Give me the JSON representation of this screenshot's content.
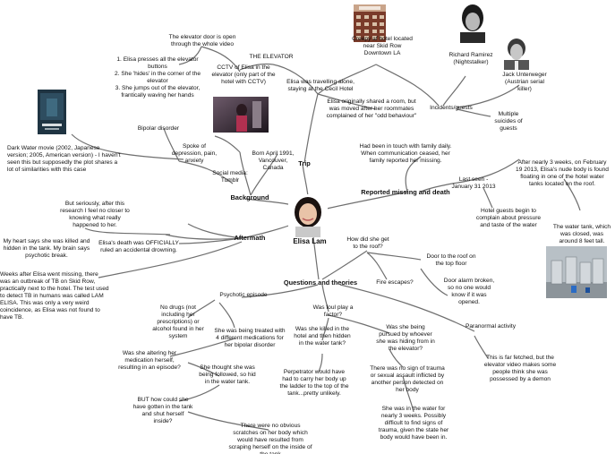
{
  "center": {
    "label": "Elisa Lam"
  },
  "branches": {
    "trip": "Trip",
    "background": "Background",
    "aftermath": "Aftermath",
    "missing": "Reported missing and death",
    "questions": "Questions and theories"
  },
  "texts": {
    "elevator_door": "The elevator door is open through the whole video",
    "elevator_steps": "1. Elisa presses all the elevator buttons\n2. She 'hides' in the corner of the elevator\n3. She jumps out of the elevator, frantically waving her hands",
    "cctv": "CCTV of Elisa in the elevator (only part of the hotel with CCTV)",
    "the_elevator": "THE ELEVATOR",
    "creepy_hotel": "Creepy af hotel located near Skid Row Downtown LA",
    "ramirez": "Richard Ramirez (Nightstalker)",
    "unterweger": "Jack Unterweger (Austrian serial killer)",
    "incidents": "Incidents/guests",
    "suicides": "Multiple suicides of guests",
    "travelling": "Elisa was travelling alone, staying at the Cecil Hotel",
    "shared_room": "Elisa originally shared a room, but was moved after her roommates complained of her \"odd behaviour\"",
    "bipolar": "Bipolar disorder",
    "spoke": "Spoke of depression, pain, anxiety",
    "social": "Social media: Tumblr",
    "born": "Born April 1991, Vancouver, Canada",
    "dark_water": "Dark Water movie (2002, Japanese version; 2005, American version) - I haven't seen this but supposedly the plot shares a lot of similarities with this case",
    "seriously": "But seriously, after this research I feel no closer to knowing what really happened to her.",
    "heart_says": "My heart says she was killed and hidden in the tank. My brain says psychotic break.",
    "accidental": "Elisa's death was OFFICIALLY ruled an accidental drowning.",
    "tb_outbreak": "Weeks after Elisa went missing, there was an outbreak of TB on Skid Row, practically next to the hotel. The test used to detect TB in humans was called LAM ELISA. This was only a very weird coincidence, as Elisa was not found to have TB.",
    "touch_family": "Had been in touch with family daily. When communication ceased, her family reported her missing.",
    "last_seen": "Last seen - January 31 2013",
    "complain": "Hotel guests begin to complain about pressure and taste of the water",
    "found": "After nearly 3 weeks, on February 19 2013, Elisa's nude body is found floating in one of the hotel water tanks located on the roof.",
    "tank_closed": "The water tank, which was closed, was around 8 feet tall.",
    "how_roof": "How did she get to the roof?",
    "door_roof": "Door to the roof on the top floor",
    "fire_escapes": "Fire escapes?",
    "alarm": "Door alarm broken, so no one would know if it was opened.",
    "psychotic": "Psychotic episode",
    "no_drugs": "No drugs (not including her prescriptions) or alcohol found in her system",
    "treated": "She was being treated with 4 different medications for her bipolar disorder",
    "altering": "Was she altering her medication herself, resulting in an episode?",
    "followed": "She thought she was being followed, so hid in the water tank.",
    "but_how": "BUT how could she have gotten in the tank and shut herself inside?",
    "scratches": "There were no obvious scratches on her body which would have resulted from scraping herself on the inside of the tank",
    "foul_play": "Was foul play a factor?",
    "killed_hotel": "Was she killed in the hotel and then hidden in the water tank?",
    "perpetrator": "Perpetrator would have had to carry her body up the ladder to the top of the tank...pretty unlikely.",
    "pursued": "Was she being pursued by whoever she was hiding from in the elevator?",
    "no_trauma": "There was no sign of trauma or sexual assault inflicted by another person detected on her body",
    "three_weeks": "She was in the water for nearly 3 weeks. Possibly difficult to find signs of trauma, given the state her body would have been in.",
    "paranormal": "Paranormal activity",
    "far_fetched": "This is far fetched, but the elevator video makes some people think she was possessed by a demon"
  },
  "images": {
    "hotel": "hotel-photo",
    "ramirez": "ramirez-photo",
    "unterweger": "unterweger-photo",
    "cctv": "cctv-still",
    "dark_water": "dark-water-poster",
    "elisa": "elisa-portrait",
    "tanks": "water-tanks-photo"
  },
  "colors": {
    "line": "#6f6f6f",
    "text": "#111111"
  }
}
